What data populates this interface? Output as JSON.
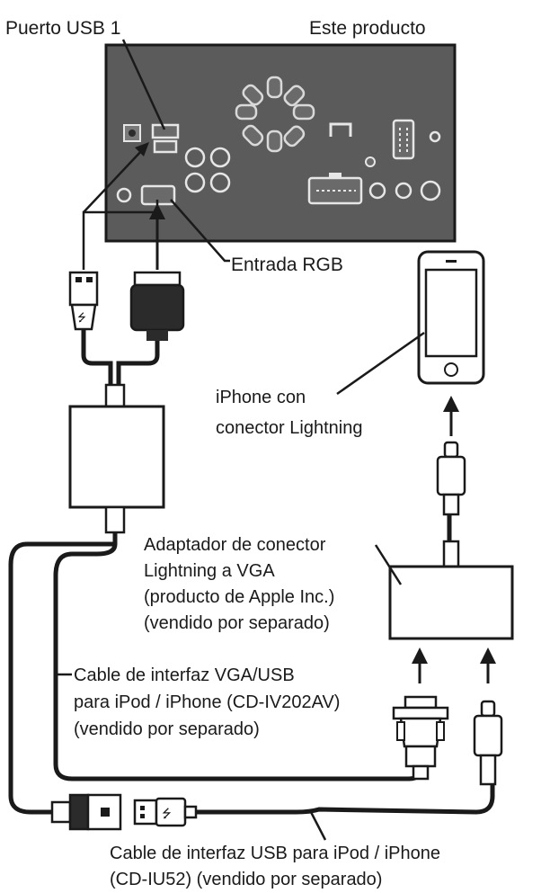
{
  "labels": {
    "usb_port": "Puerto USB 1",
    "product": "Este producto",
    "rgb_input": "Entrada RGB",
    "iphone_line1": "iPhone con",
    "iphone_line2": "conector Lightning",
    "adapter_line1": "Adaptador de conector",
    "adapter_line2": "Lightning a VGA",
    "adapter_line3": "(producto de Apple Inc.)",
    "adapter_line4": "(vendido por separado)",
    "vga_cable_line1": "Cable de interfaz VGA/USB",
    "vga_cable_line2": "para iPod / iPhone  (CD-IV202AV)",
    "vga_cable_line3": "(vendido por separado)",
    "usb_cable_line1": "Cable de interfaz USB para iPod / iPhone",
    "usb_cable_line2": "(CD-IU52) (vendido por separado)"
  },
  "colors": {
    "panel": "#5b5b5b",
    "line": "#1a1a1a",
    "connector_dark": "#2b2b2b",
    "light_part": "#ffffff"
  },
  "icons": [
    "usb-icon",
    "vga-connector-icon",
    "lightning-connector-icon",
    "iphone-icon",
    "arrow-up-icon"
  ]
}
